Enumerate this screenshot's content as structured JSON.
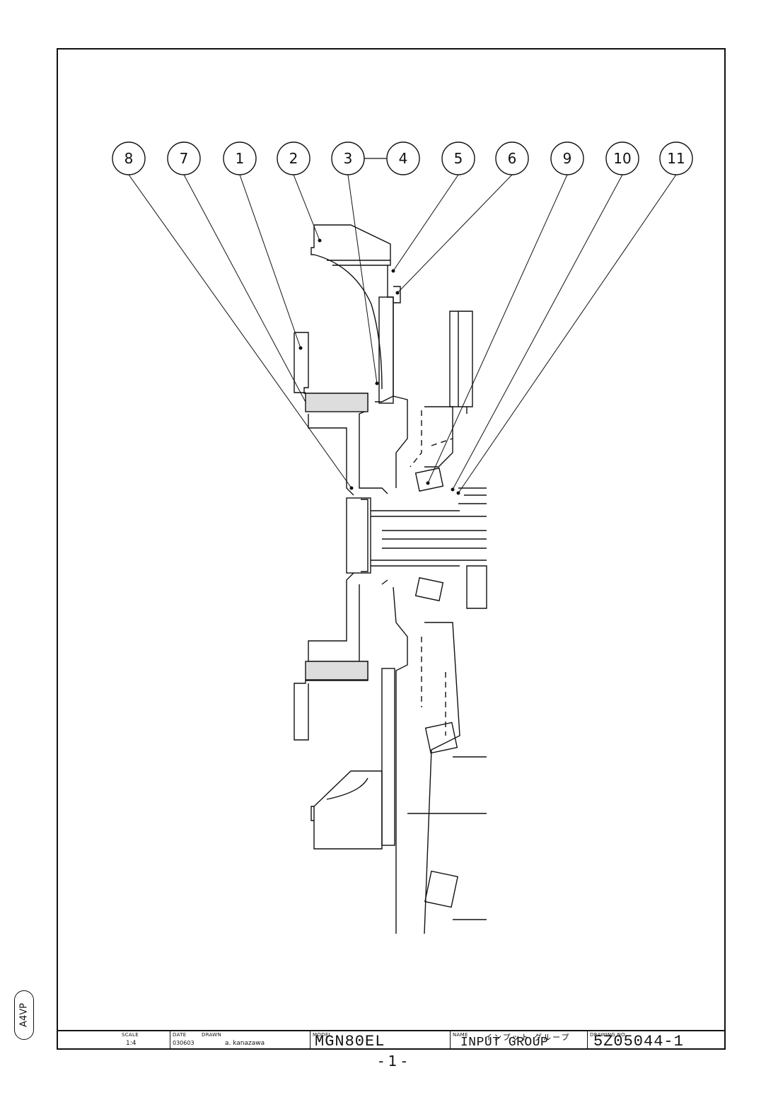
{
  "balloons": [
    {
      "id": "b8",
      "label": "8"
    },
    {
      "id": "b7",
      "label": "7"
    },
    {
      "id": "b1",
      "label": "1"
    },
    {
      "id": "b2",
      "label": "2"
    },
    {
      "id": "b3",
      "label": "3"
    },
    {
      "id": "b4",
      "label": "4"
    },
    {
      "id": "b5",
      "label": "5"
    },
    {
      "id": "b6",
      "label": "6"
    },
    {
      "id": "b9",
      "label": "9"
    },
    {
      "id": "b10",
      "label": "10"
    },
    {
      "id": "b11",
      "label": "11"
    }
  ],
  "title_block": {
    "scale_label": "SCALE",
    "scale_value": "1:4",
    "date_label": "DATE",
    "date_value": "030603",
    "drawn_label": "DRAWN",
    "drawn_value": "a. kanazawa",
    "model_label": "MODEL",
    "model_value": "MGN80EL",
    "name_label": "NAME",
    "name_jp": "インプット グループ",
    "name_value": "INPUT GROUP",
    "drawing_no_label": "DRAWING NO.",
    "drawing_no_value": "5Z05044-1"
  },
  "page_number": "- 1 -",
  "sheet_tag": "A4VP"
}
